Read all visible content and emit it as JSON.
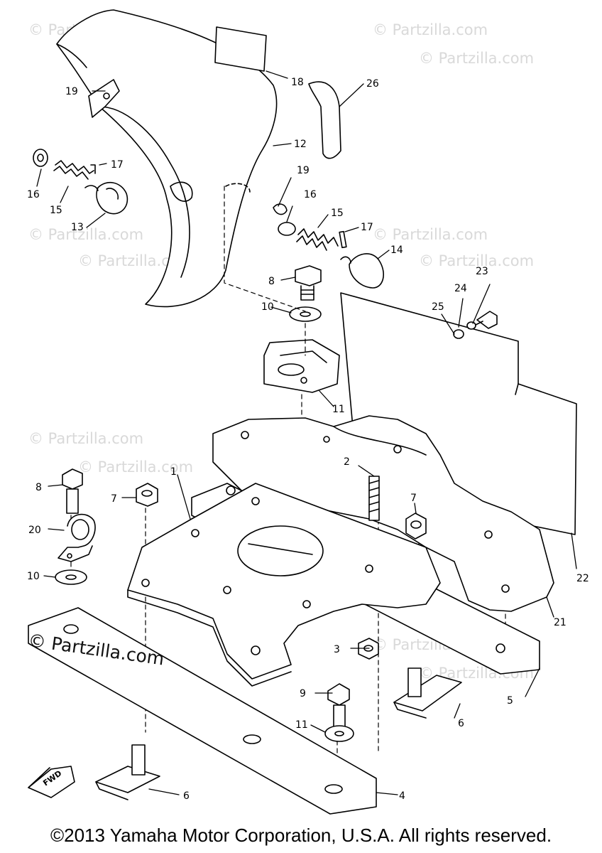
{
  "watermark": {
    "text": "© Partzilla.com",
    "primary_text": "© Partzilla.com"
  },
  "copyright": "©2013 Yamaha Motor Corporation, U.S.A. All rights reserved.",
  "fwd_label": "FWD",
  "callouts": {
    "c1": "1",
    "c2": "2",
    "c3": "3",
    "c4": "4",
    "c5": "5",
    "c6a": "6",
    "c6b": "6",
    "c7a": "7",
    "c7b": "7",
    "c8a": "8",
    "c8b": "8",
    "c9": "9",
    "c10a": "10",
    "c10b": "10",
    "c11a": "11",
    "c11b": "11",
    "c12": "12",
    "c13": "13",
    "c14": "14",
    "c15a": "15",
    "c15b": "15",
    "c16a": "16",
    "c16b": "16",
    "c17a": "17",
    "c17b": "17",
    "c18": "18",
    "c19a": "19",
    "c19b": "19",
    "c20": "20",
    "c21": "21",
    "c22": "22",
    "c23": "23",
    "c24": "24",
    "c25": "25",
    "c26": "26"
  }
}
